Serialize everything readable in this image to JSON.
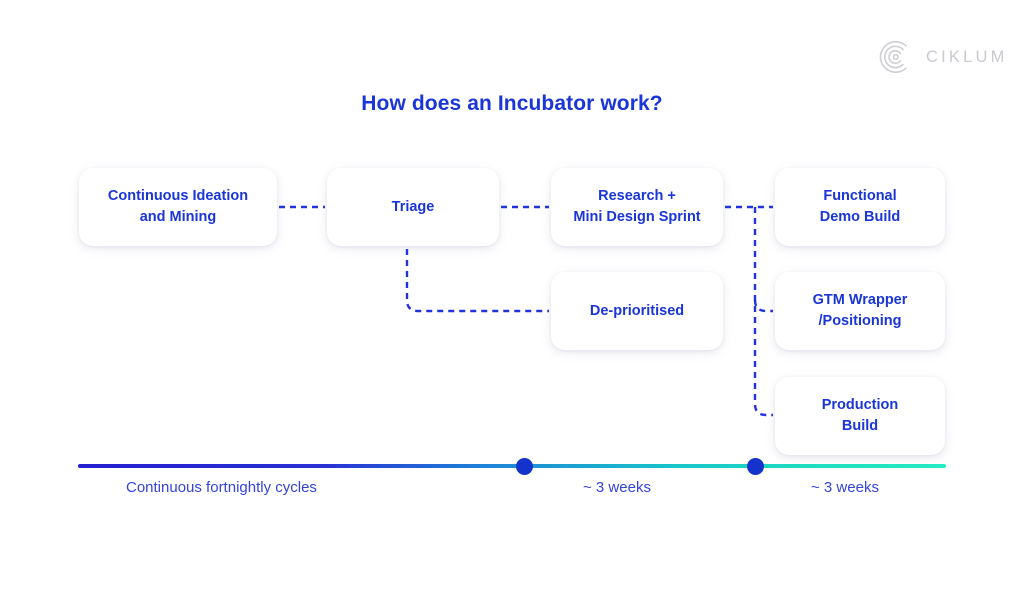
{
  "brand": {
    "logo_icon": "ciklum-c-mark-icon",
    "wordmark": "CIKLUM"
  },
  "title": "How does an Incubator work?",
  "cards": [
    {
      "id": "ideation",
      "line1": "Continuous Ideation",
      "line2": "and Mining"
    },
    {
      "id": "triage",
      "line1": "Triage",
      "line2": ""
    },
    {
      "id": "research",
      "line1": "Research +",
      "line2": "Mini Design Sprint"
    },
    {
      "id": "functional",
      "line1": "Functional",
      "line2": "Demo Build"
    },
    {
      "id": "deprio",
      "line1": "De-prioritised",
      "line2": ""
    },
    {
      "id": "gtm",
      "line1": "GTM Wrapper",
      "line2": "/Positioning"
    },
    {
      "id": "production",
      "line1": "Production",
      "line2": "Build"
    }
  ],
  "timeline": {
    "labels": [
      "Continuous fortnightly cycles",
      "~ 3 weeks",
      "~ 3 weeks"
    ],
    "gradient_start_color": "#2320cf",
    "gradient_end_color": "#23ecc2",
    "marker_color": "#1433cc",
    "marker_count": 2
  },
  "colors": {
    "accent_blue": "#1a35d8",
    "connector_blue": "#2233dd",
    "label_blue": "#3344e0",
    "logo_gray": "#c9c9cf",
    "background": "#ffffff"
  },
  "chart_data": {
    "type": "diagram",
    "title": "How does an Incubator work?",
    "diagram_kind": "process-flow-with-timeline",
    "nodes": [
      {
        "label": "Continuous Ideation and Mining",
        "column": 1,
        "row": 1
      },
      {
        "label": "Triage",
        "column": 2,
        "row": 1
      },
      {
        "label": "Research + Mini Design Sprint",
        "column": 3,
        "row": 1
      },
      {
        "label": "De-prioritised",
        "column": 3,
        "row": 2
      },
      {
        "label": "Functional Demo Build",
        "column": 4,
        "row": 1
      },
      {
        "label": "GTM Wrapper /Positioning",
        "column": 4,
        "row": 2
      },
      {
        "label": "Production Build",
        "column": 4,
        "row": 3
      }
    ],
    "edges": [
      {
        "from": "Continuous Ideation and Mining",
        "to": "Triage",
        "style": "dashed"
      },
      {
        "from": "Triage",
        "to": "Research + Mini Design Sprint",
        "style": "dashed"
      },
      {
        "from": "Triage",
        "to": "De-prioritised",
        "style": "dashed-elbow"
      },
      {
        "from": "Research + Mini Design Sprint",
        "to": "Functional Demo Build",
        "style": "dashed"
      },
      {
        "from": "Research + Mini Design Sprint",
        "to": "GTM Wrapper /Positioning",
        "style": "dashed-elbow"
      },
      {
        "from": "Research + Mini Design Sprint",
        "to": "Production Build",
        "style": "dashed-elbow"
      }
    ],
    "timeline_segments": [
      {
        "label": "Continuous fortnightly cycles",
        "duration": "continuous"
      },
      {
        "label": "~ 3 weeks",
        "duration": "3 weeks"
      },
      {
        "label": "~ 3 weeks",
        "duration": "3 weeks"
      }
    ]
  }
}
